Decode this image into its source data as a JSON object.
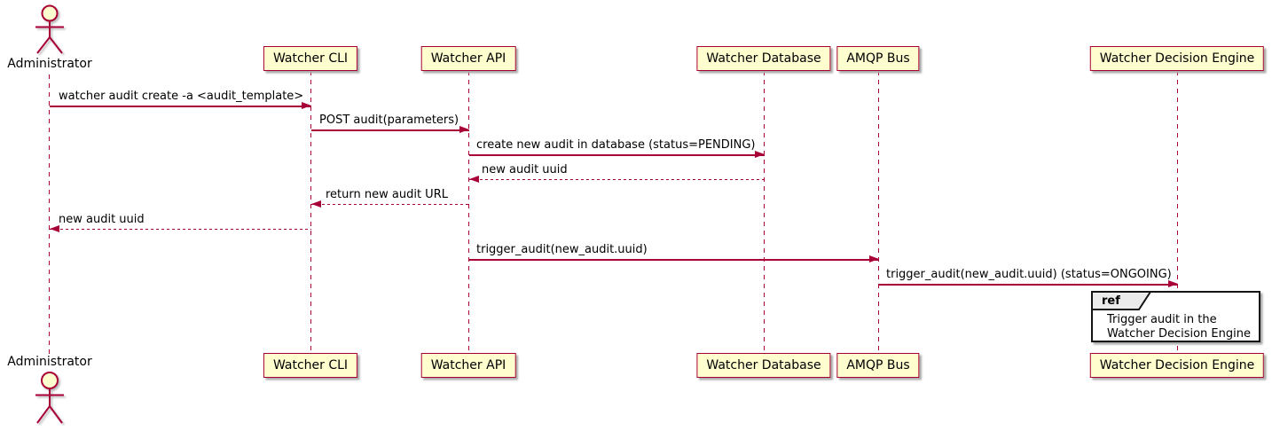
{
  "diagram": {
    "type": "uml-sequence-diagram",
    "colors": {
      "stroke": "#A80036",
      "participant_fill": "#FEFECE",
      "ref_tab_fill": "#EBEBEB",
      "ref_border": "#141414",
      "background": "#FFFFFF"
    },
    "actor": {
      "name": "Administrator"
    },
    "participants": [
      {
        "label": "Watcher CLI"
      },
      {
        "label": "Watcher API"
      },
      {
        "label": "Watcher Database"
      },
      {
        "label": "AMQP Bus"
      },
      {
        "label": "Watcher Decision Engine"
      }
    ],
    "messages": [
      {
        "from": "Administrator",
        "to": "Watcher CLI",
        "type": "solid",
        "label": "watcher audit create -a <audit_template>"
      },
      {
        "from": "Watcher CLI",
        "to": "Watcher API",
        "type": "solid",
        "label": "POST audit(parameters)"
      },
      {
        "from": "Watcher API",
        "to": "Watcher Database",
        "type": "solid",
        "label": "create new audit in database (status=PENDING)"
      },
      {
        "from": "Watcher Database",
        "to": "Watcher API",
        "type": "dashed",
        "label": "new audit uuid"
      },
      {
        "from": "Watcher API",
        "to": "Watcher CLI",
        "type": "dashed",
        "label": "return new audit URL"
      },
      {
        "from": "Watcher CLI",
        "to": "Administrator",
        "type": "dashed",
        "label": "new audit uuid"
      },
      {
        "from": "Watcher API",
        "to": "AMQP Bus",
        "type": "solid",
        "label": "trigger_audit(new_audit.uuid)"
      },
      {
        "from": "AMQP Bus",
        "to": "Watcher Decision Engine",
        "type": "solid",
        "label": "trigger_audit(new_audit.uuid) (status=ONGOING)"
      }
    ],
    "ref": {
      "keyword": "ref",
      "line1": "Trigger audit in the",
      "line2": "Watcher Decision Engine"
    }
  }
}
